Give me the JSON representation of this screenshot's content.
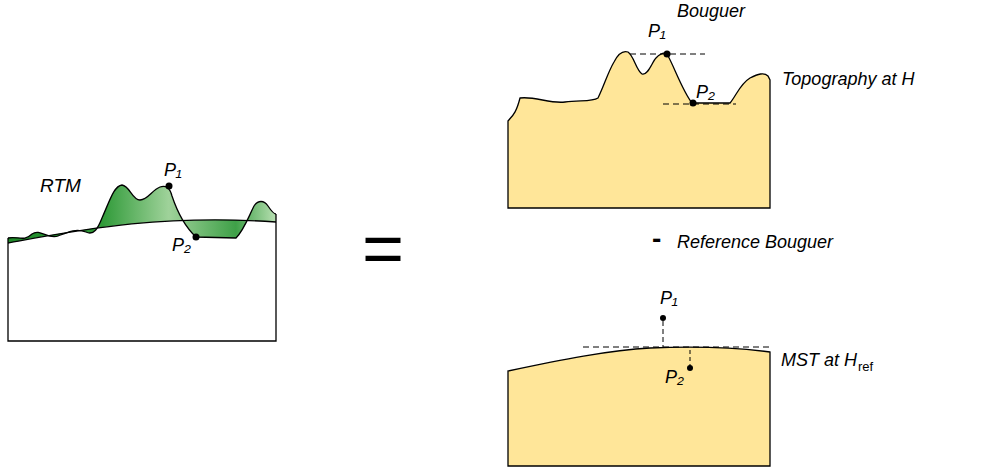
{
  "diagram": {
    "labels": [
      "RTM",
      "P₁",
      "P₂",
      "=",
      "Bouguer",
      "P₁",
      "P₂",
      "Topography at H",
      "-",
      "Reference Bouguer",
      "P₁",
      "MST at H",
      "ref",
      "P₂"
    ]
  }
}
